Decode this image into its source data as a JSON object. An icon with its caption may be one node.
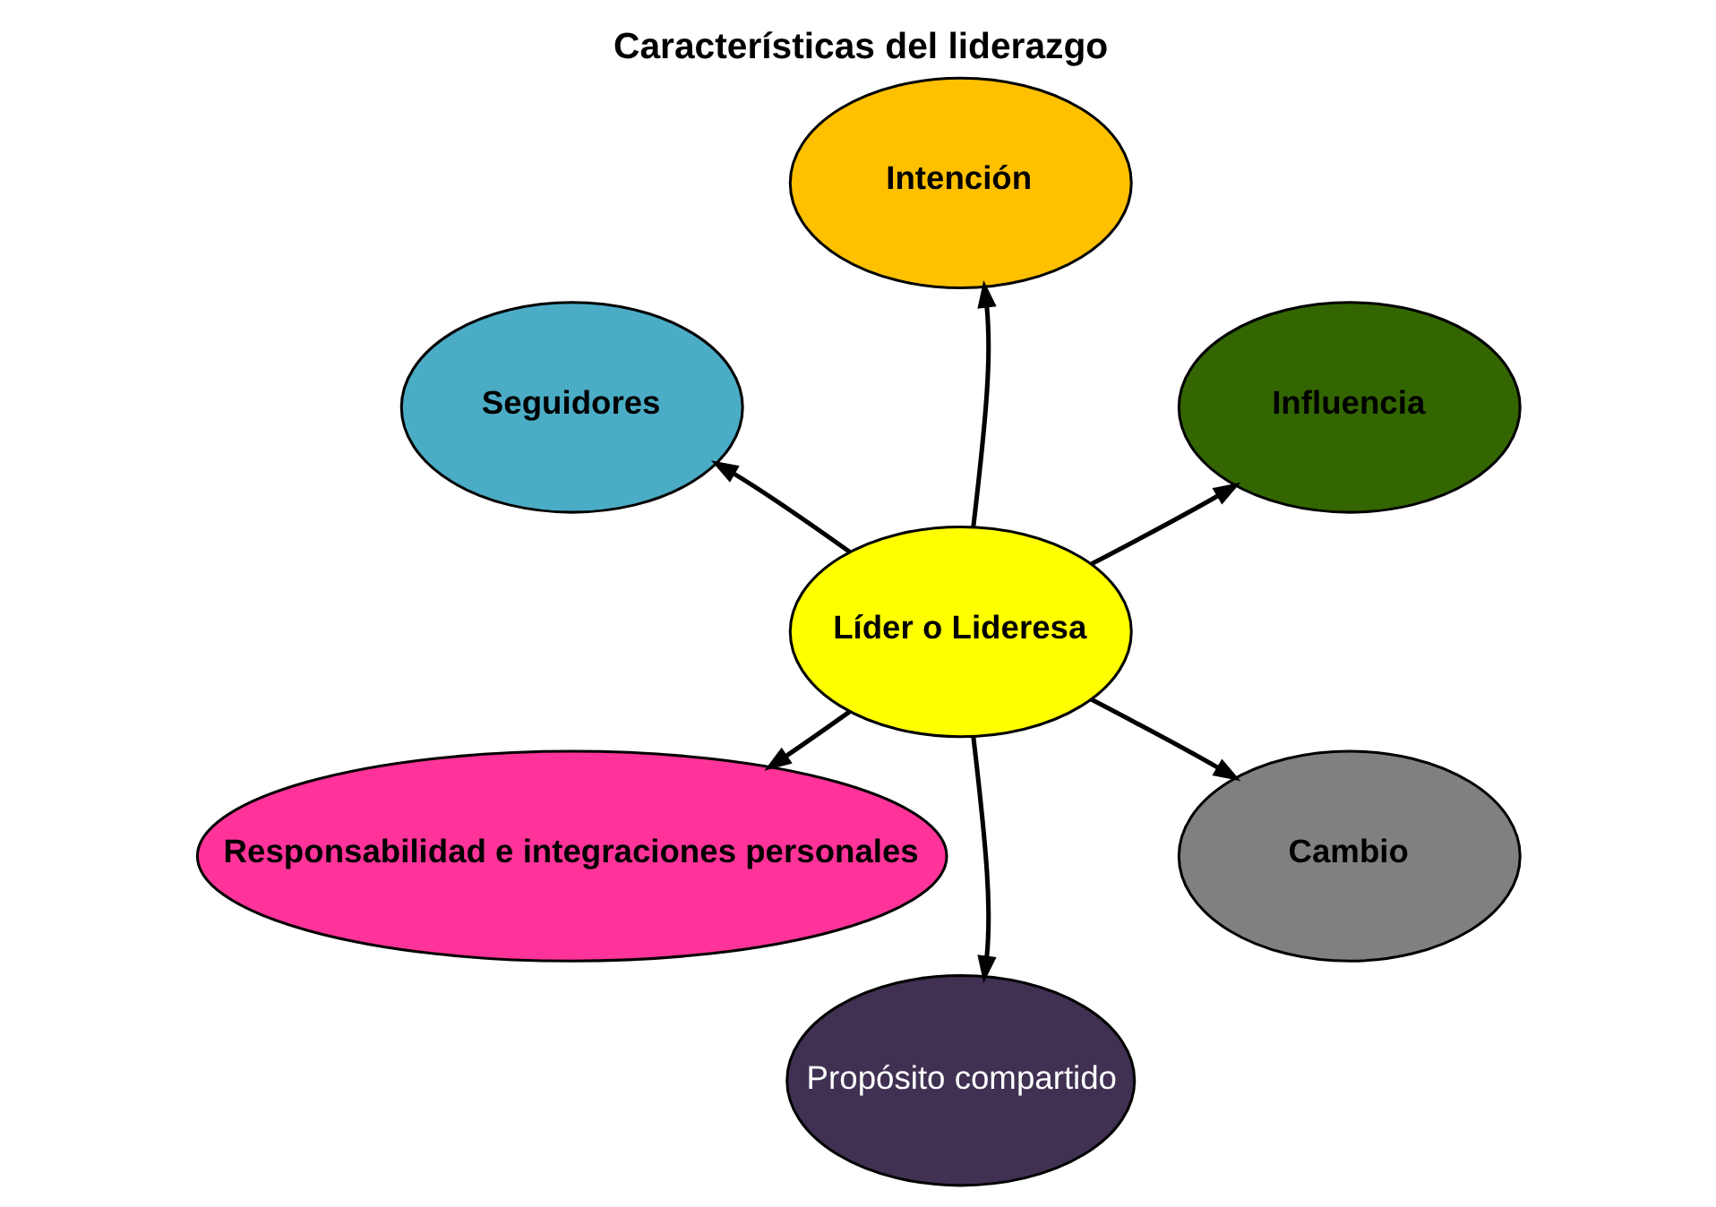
{
  "diagram": {
    "title": "Características del liderazgo",
    "nodes": [
      {
        "text": [
          "Líder o Lideresa"
        ]
      },
      {
        "text": [
          "Influencia"
        ]
      },
      {
        "text": [
          "Intención"
        ]
      },
      {
        "text": [
          "Seguidores"
        ]
      },
      {
        "text": [
          "Responsabilidad e integraciones personales"
        ]
      },
      {
        "text": [
          "Propósito compartido"
        ]
      },
      {
        "text": [
          "Cambio"
        ]
      }
    ],
    "edges": [
      {
        "from": 0,
        "to": 1,
        "arrow": "to"
      },
      {
        "from": 0,
        "to": 2,
        "arrow": "to"
      },
      {
        "from": 0,
        "to": 3,
        "arrow": "to"
      },
      {
        "from": 0,
        "to": 4,
        "arrow": "to"
      },
      {
        "from": 0,
        "to": 5,
        "arrow": "to"
      },
      {
        "from": 0,
        "to": 6,
        "arrow": "to"
      }
    ]
  }
}
